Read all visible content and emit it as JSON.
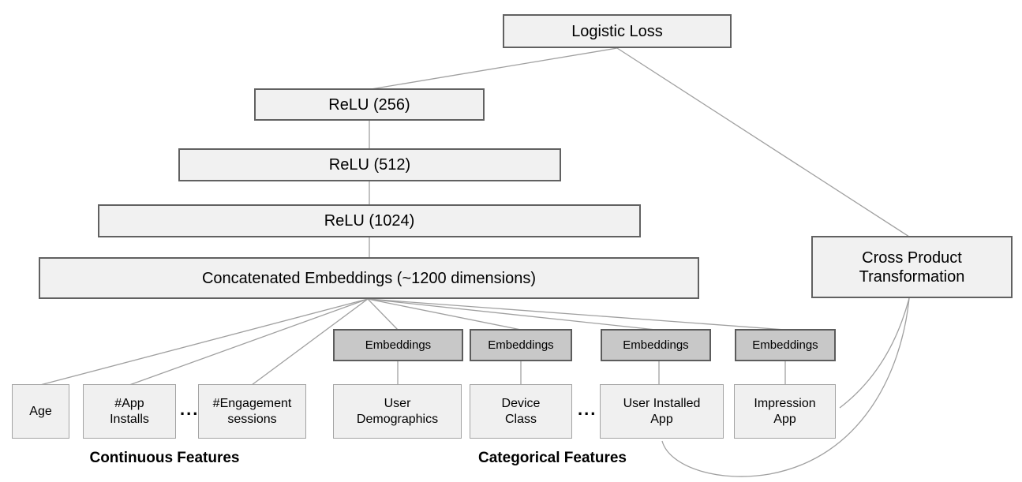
{
  "diagram_title_semantic": "Wide and Deep model architecture",
  "nodes": {
    "logistic_loss": "Logistic Loss",
    "relu_256": "ReLU (256)",
    "relu_512": "ReLU (512)",
    "relu_1024": "ReLU (1024)",
    "concatenated_embeddings": "Concatenated Embeddings (~1200 dimensions)",
    "cross_product_transformation": "Cross Product\nTransformation",
    "embeddings_label": "Embeddings",
    "age": "Age",
    "app_installs": "#App\nInstalls",
    "engagement_sessions": "#Engagement\nsessions",
    "user_demographics": "User\nDemographics",
    "device_class": "Device\nClass",
    "user_installed_app": "User Installed\nApp",
    "impression_app": "Impression\nApp",
    "ellipsis": "..."
  },
  "labels": {
    "continuous_features": "Continuous Features",
    "categorical_features": "Categorical Features"
  },
  "colors": {
    "background": "#ffffff",
    "stack_box_fill": "#f1f1f1",
    "stack_box_border": "#616161",
    "embedding_box_fill": "#c8c8c8",
    "embedding_box_border": "#5c5c5c",
    "feature_box_fill": "#f0f0f0",
    "feature_box_border": "#a3a3a3",
    "connector": "#a0a0a0",
    "text": "#000000"
  }
}
